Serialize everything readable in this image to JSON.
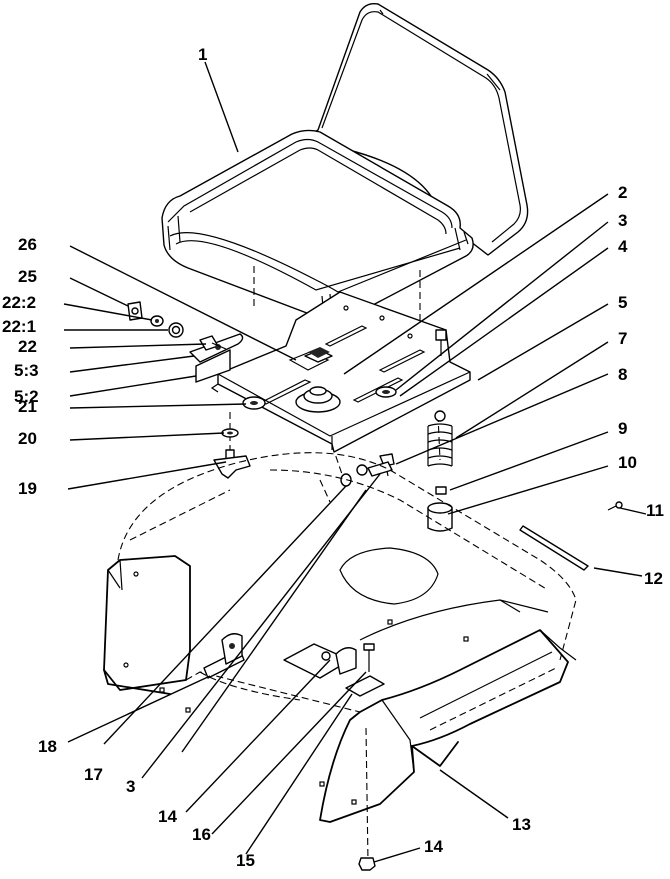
{
  "callouts": {
    "c1": "1",
    "c2": "2",
    "c3a": "3",
    "c4": "4",
    "c5": "5",
    "c7": "7",
    "c8": "8",
    "c9": "9",
    "c10": "10",
    "c11": "11",
    "c12": "12",
    "c13": "13",
    "c14a": "14",
    "c14b": "14",
    "c15": "15",
    "c16": "16",
    "c17": "17",
    "c18": "18",
    "c19": "19",
    "c20": "20",
    "c21": "21",
    "c3b": "3",
    "c26": "26",
    "c25": "25",
    "c22_2": "22:2",
    "c22_1": "22:1",
    "c22": "22",
    "c5_3": "5:3",
    "c5_2": "5:2"
  }
}
